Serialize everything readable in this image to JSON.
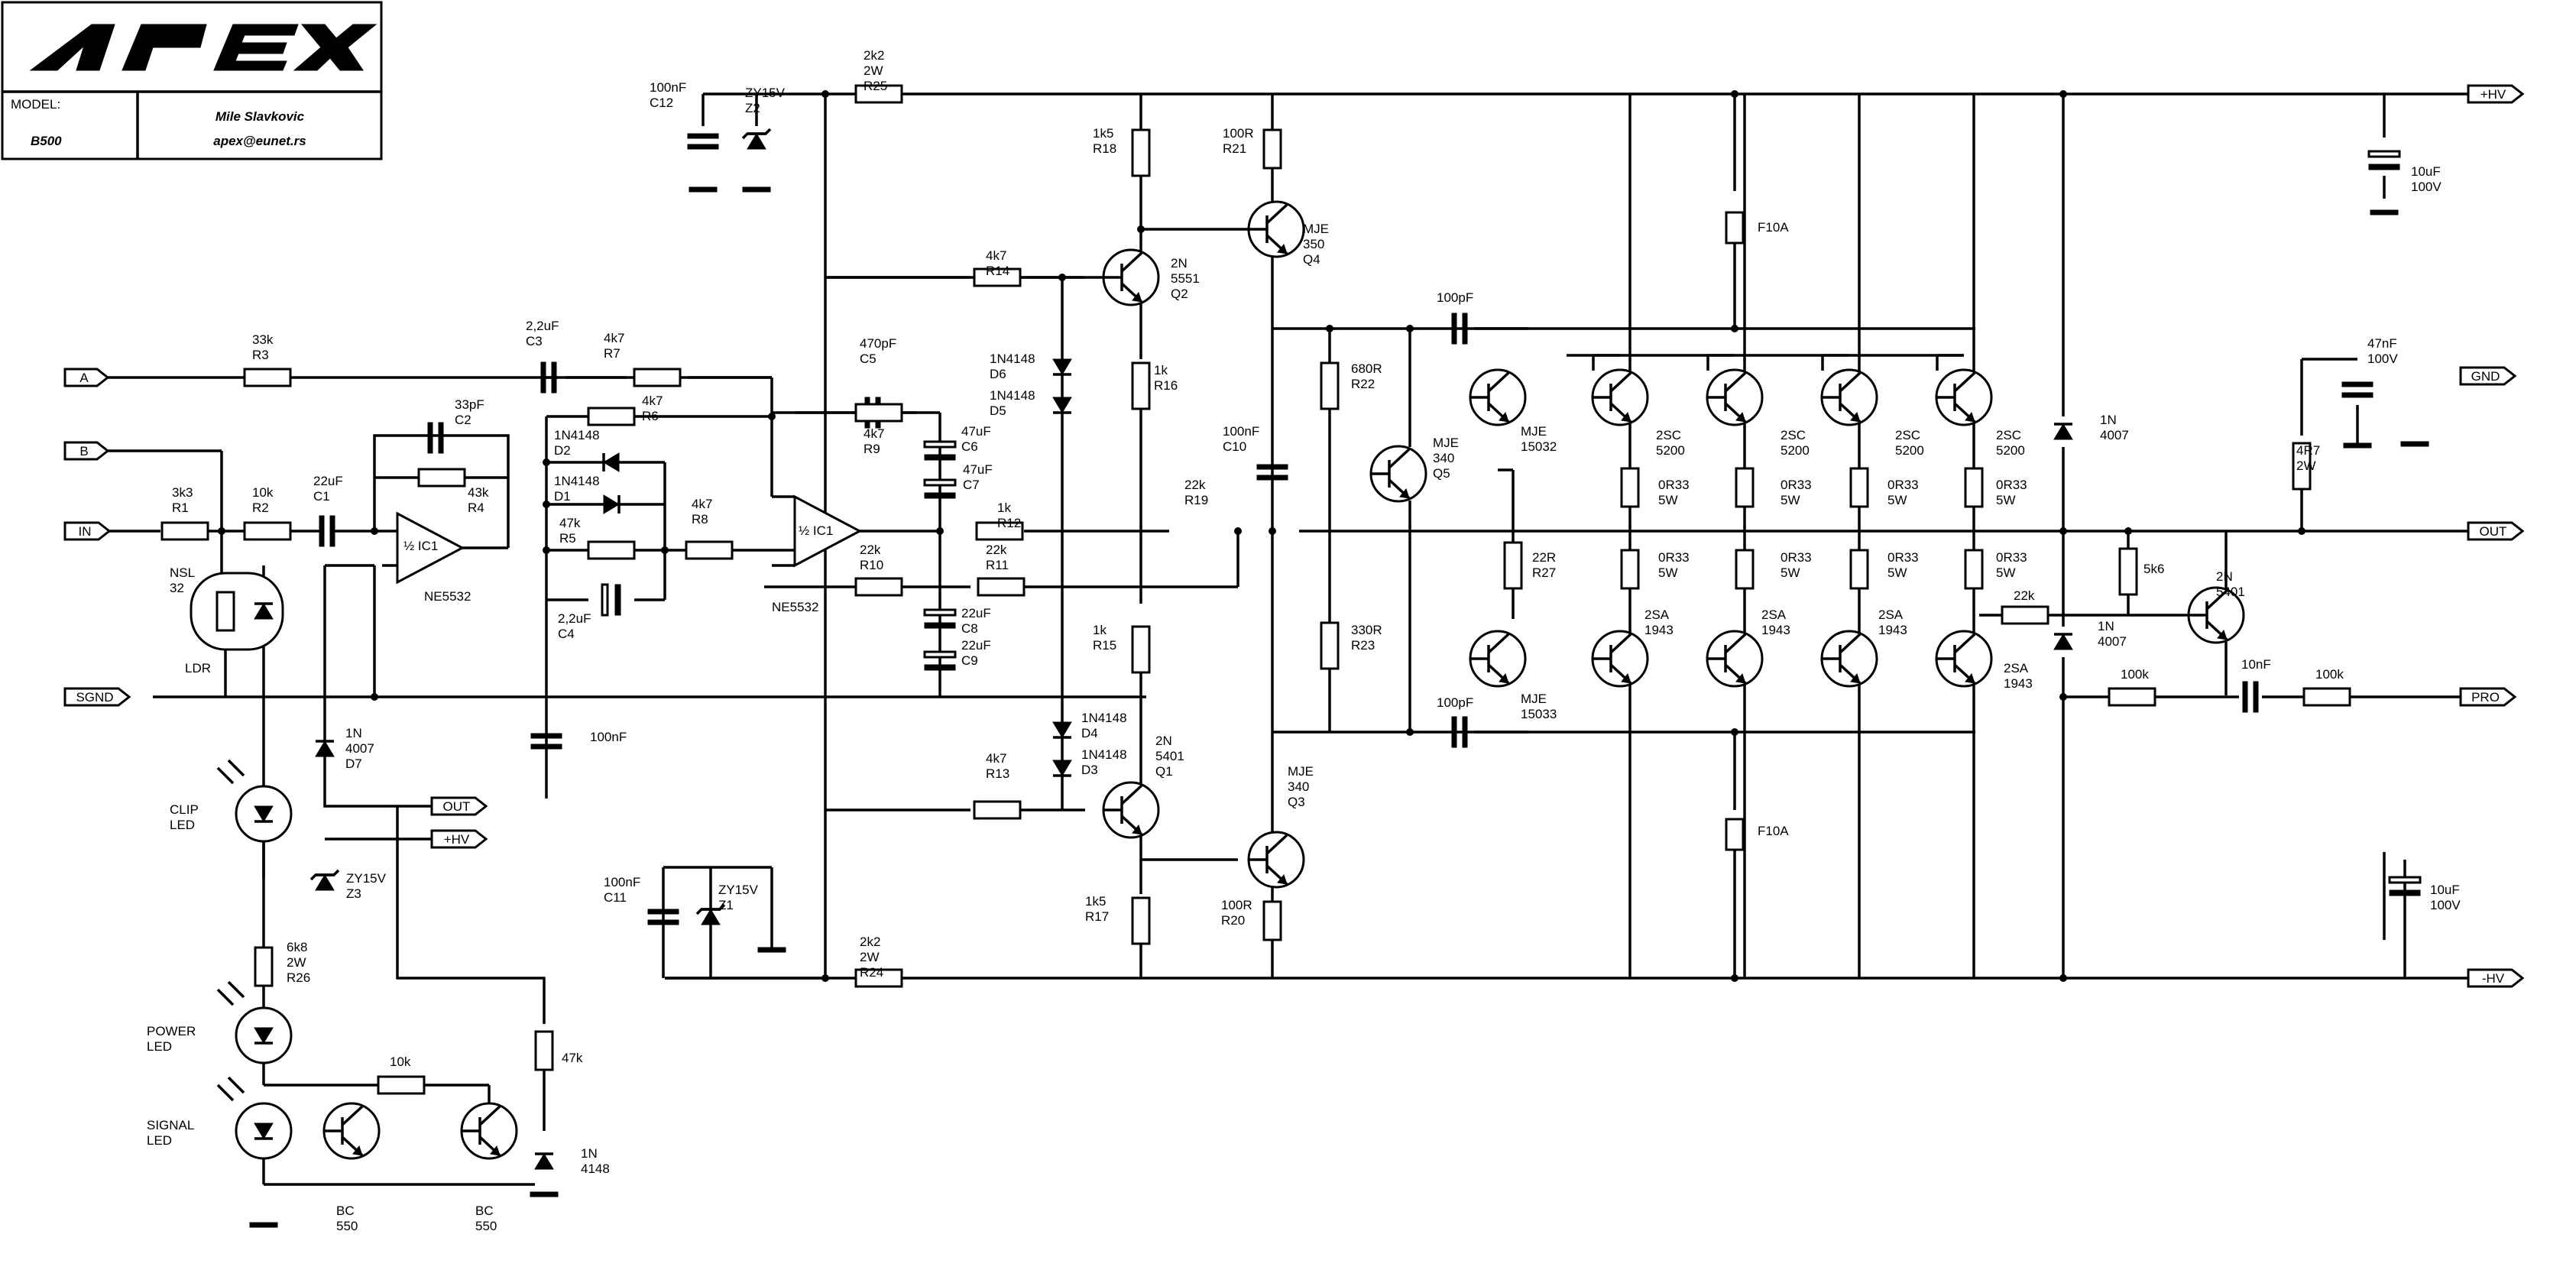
{
  "title_block": {
    "logo": "APEX",
    "model_label": "MODEL:",
    "model": "B500",
    "author": "Mile Slavkovic",
    "email": "apex@eunet.rs"
  },
  "ports": [
    {
      "id": "A",
      "label": "A"
    },
    {
      "id": "B",
      "label": "B"
    },
    {
      "id": "IN",
      "label": "IN"
    },
    {
      "id": "SGND",
      "label": "SGND"
    },
    {
      "id": "OUT_LOCAL",
      "label": "OUT"
    },
    {
      "id": "HV_LOCAL",
      "label": "+HV"
    },
    {
      "id": "HVP",
      "label": "+HV"
    },
    {
      "id": "HVN",
      "label": "-HV"
    },
    {
      "id": "GND",
      "label": "GND"
    },
    {
      "id": "OUT",
      "label": "OUT"
    },
    {
      "id": "PRO",
      "label": "PRO"
    }
  ],
  "labels": [
    {
      "id": "R1",
      "lines": [
        "3k3",
        "R1"
      ]
    },
    {
      "id": "R2",
      "lines": [
        "10k",
        "R2"
      ]
    },
    {
      "id": "R3",
      "lines": [
        "33k",
        "R3"
      ]
    },
    {
      "id": "C1",
      "lines": [
        "22uF",
        "C1"
      ]
    },
    {
      "id": "C2",
      "lines": [
        "33pF",
        "C2"
      ]
    },
    {
      "id": "R4",
      "lines": [
        "43k",
        "R4"
      ]
    },
    {
      "id": "IC1A",
      "lines": [
        "½ IC1"
      ]
    },
    {
      "id": "IC1A_type",
      "lines": [
        "NE5532"
      ]
    },
    {
      "id": "NSL",
      "lines": [
        "NSL",
        "32"
      ]
    },
    {
      "id": "LDR",
      "lines": [
        "LDR"
      ]
    },
    {
      "id": "C3",
      "lines": [
        "2,2uF",
        "C3"
      ]
    },
    {
      "id": "R7",
      "lines": [
        "4k7",
        "R7"
      ]
    },
    {
      "id": "R6",
      "lines": [
        "4k7",
        "R6"
      ]
    },
    {
      "id": "D2",
      "lines": [
        "1N4148",
        "D2"
      ]
    },
    {
      "id": "D1",
      "lines": [
        "1N4148",
        "D1"
      ]
    },
    {
      "id": "R5",
      "lines": [
        "47k",
        "R5"
      ]
    },
    {
      "id": "R8",
      "lines": [
        "4k7",
        "R8"
      ]
    },
    {
      "id": "C4",
      "lines": [
        "2,2uF",
        "C4"
      ]
    },
    {
      "id": "C_100n",
      "lines": [
        "100nF"
      ]
    },
    {
      "id": "D7",
      "lines": [
        "1N",
        "4007",
        "D7"
      ]
    },
    {
      "id": "CLIP",
      "lines": [
        "CLIP",
        "LED"
      ]
    },
    {
      "id": "Z3",
      "lines": [
        "ZY15V",
        "Z3"
      ]
    },
    {
      "id": "R26",
      "lines": [
        "6k8",
        "2W",
        "R26"
      ]
    },
    {
      "id": "POWER",
      "lines": [
        "POWER",
        "LED"
      ]
    },
    {
      "id": "SIGNAL",
      "lines": [
        "SIGNAL",
        "LED"
      ]
    },
    {
      "id": "R10k_led",
      "lines": [
        "10k"
      ]
    },
    {
      "id": "R47k_led",
      "lines": [
        "47k"
      ]
    },
    {
      "id": "D_led",
      "lines": [
        "1N",
        "4148"
      ]
    },
    {
      "id": "BC1",
      "lines": [
        "BC",
        "550"
      ]
    },
    {
      "id": "BC2",
      "lines": [
        "BC",
        "550"
      ]
    },
    {
      "id": "C12",
      "lines": [
        "100nF",
        "C12"
      ]
    },
    {
      "id": "Z2",
      "lines": [
        "ZY15V",
        "Z2"
      ]
    },
    {
      "id": "R25",
      "lines": [
        "2k2",
        "2W",
        "R25"
      ]
    },
    {
      "id": "C5",
      "lines": [
        "470pF",
        "C5"
      ]
    },
    {
      "id": "R9",
      "lines": [
        "4k7",
        "R9"
      ]
    },
    {
      "id": "C6",
      "lines": [
        "47uF",
        "C6"
      ]
    },
    {
      "id": "C7",
      "lines": [
        "47uF",
        "C7"
      ]
    },
    {
      "id": "IC1B",
      "lines": [
        "½ IC1"
      ]
    },
    {
      "id": "IC1B_type",
      "lines": [
        "NE5532"
      ]
    },
    {
      "id": "R12",
      "lines": [
        "1k",
        "R12"
      ]
    },
    {
      "id": "R10",
      "lines": [
        "22k",
        "R10"
      ]
    },
    {
      "id": "R11",
      "lines": [
        "22k",
        "R11"
      ]
    },
    {
      "id": "C8",
      "lines": [
        "22uF",
        "C8"
      ]
    },
    {
      "id": "C9",
      "lines": [
        "22uF",
        "C9"
      ]
    },
    {
      "id": "R14",
      "lines": [
        "4k7",
        "R14"
      ]
    },
    {
      "id": "R13",
      "lines": [
        "4k7",
        "R13"
      ]
    },
    {
      "id": "D6",
      "lines": [
        "1N4148",
        "D6"
      ]
    },
    {
      "id": "D5",
      "lines": [
        "1N4148",
        "D5"
      ]
    },
    {
      "id": "D4",
      "lines": [
        "1N4148",
        "D4"
      ]
    },
    {
      "id": "D3",
      "lines": [
        "1N4148",
        "D3"
      ]
    },
    {
      "id": "R18",
      "lines": [
        "1k5",
        "R18"
      ]
    },
    {
      "id": "R16",
      "lines": [
        "1k",
        "R16"
      ]
    },
    {
      "id": "R15",
      "lines": [
        "1k",
        "R15"
      ]
    },
    {
      "id": "R17",
      "lines": [
        "1k5",
        "R17"
      ]
    },
    {
      "id": "Q2",
      "lines": [
        "2N",
        "5551",
        "Q2"
      ]
    },
    {
      "id": "Q1",
      "lines": [
        "2N",
        "5401",
        "Q1"
      ]
    },
    {
      "id": "R21",
      "lines": [
        "100R",
        "R21"
      ]
    },
    {
      "id": "R20",
      "lines": [
        "100R",
        "R20"
      ]
    },
    {
      "id": "Q4",
      "lines": [
        "MJE",
        "350",
        "Q4"
      ]
    },
    {
      "id": "Q3",
      "lines": [
        "MJE",
        "340",
        "Q3"
      ]
    },
    {
      "id": "R19",
      "lines": [
        "22k",
        "R19"
      ]
    },
    {
      "id": "C10",
      "lines": [
        "100nF",
        "C10"
      ]
    },
    {
      "id": "C11",
      "lines": [
        "100nF",
        "C11"
      ]
    },
    {
      "id": "Z1",
      "lines": [
        "ZY15V",
        "Z1"
      ]
    },
    {
      "id": "R24",
      "lines": [
        "2k2",
        "2W",
        "R24"
      ]
    },
    {
      "id": "R22",
      "lines": [
        "680R",
        "R22"
      ]
    },
    {
      "id": "R23",
      "lines": [
        "330R",
        "R23"
      ]
    },
    {
      "id": "Q5",
      "lines": [
        "MJE",
        "340",
        "Q5"
      ]
    },
    {
      "id": "C100p_top",
      "lines": [
        "100pF"
      ]
    },
    {
      "id": "C100p_bot",
      "lines": [
        "100pF"
      ]
    },
    {
      "id": "MJE15032",
      "lines": [
        "MJE",
        "15032"
      ]
    },
    {
      "id": "MJE15033",
      "lines": [
        "MJE",
        "15033"
      ]
    },
    {
      "id": "R27",
      "lines": [
        "22R",
        "R27"
      ]
    },
    {
      "id": "N1",
      "lines": [
        "2SC",
        "5200"
      ]
    },
    {
      "id": "N2",
      "lines": [
        "2SC",
        "5200"
      ]
    },
    {
      "id": "N3",
      "lines": [
        "2SC",
        "5200"
      ]
    },
    {
      "id": "N4",
      "lines": [
        "2SC",
        "5200"
      ]
    },
    {
      "id": "P1",
      "lines": [
        "2SA",
        "1943"
      ]
    },
    {
      "id": "P2",
      "lines": [
        "2SA",
        "1943"
      ]
    },
    {
      "id": "P3",
      "lines": [
        "2SA",
        "1943"
      ]
    },
    {
      "id": "P4",
      "lines": [
        "2SA",
        "1943"
      ]
    },
    {
      "id": "RE1",
      "lines": [
        "0R33",
        "5W"
      ]
    },
    {
      "id": "RE2",
      "lines": [
        "0R33",
        "5W"
      ]
    },
    {
      "id": "RE3",
      "lines": [
        "0R33",
        "5W"
      ]
    },
    {
      "id": "RE4",
      "lines": [
        "0R33",
        "5W"
      ]
    },
    {
      "id": "RE5",
      "lines": [
        "0R33",
        "5W"
      ]
    },
    {
      "id": "RE6",
      "lines": [
        "0R33",
        "5W"
      ]
    },
    {
      "id": "RE7",
      "lines": [
        "0R33",
        "5W"
      ]
    },
    {
      "id": "RE8",
      "lines": [
        "0R33",
        "5W"
      ]
    },
    {
      "id": "F1",
      "lines": [
        "F10A"
      ]
    },
    {
      "id": "F2",
      "lines": [
        "F10A"
      ]
    },
    {
      "id": "CHV1",
      "lines": [
        "10uF",
        "100V"
      ]
    },
    {
      "id": "CHV2",
      "lines": [
        "10uF",
        "100V"
      ]
    },
    {
      "id": "D1N4007_top",
      "lines": [
        "1N",
        "4007"
      ]
    },
    {
      "id": "D1N4007_bot",
      "lines": [
        "1N",
        "4007"
      ]
    },
    {
      "id": "R22k_pro",
      "lines": [
        "22k"
      ]
    },
    {
      "id": "R5k6",
      "lines": [
        "5k6"
      ]
    },
    {
      "id": "QPRO",
      "lines": [
        "2N",
        "5401"
      ]
    },
    {
      "id": "R100k_a",
      "lines": [
        "100k"
      ]
    },
    {
      "id": "R100k_b",
      "lines": [
        "100k"
      ]
    },
    {
      "id": "C10n",
      "lines": [
        "10nF"
      ]
    },
    {
      "id": "C47n",
      "lines": [
        "47nF",
        "100V"
      ]
    },
    {
      "id": "R4R7",
      "lines": [
        "4R7",
        "2W"
      ]
    }
  ]
}
